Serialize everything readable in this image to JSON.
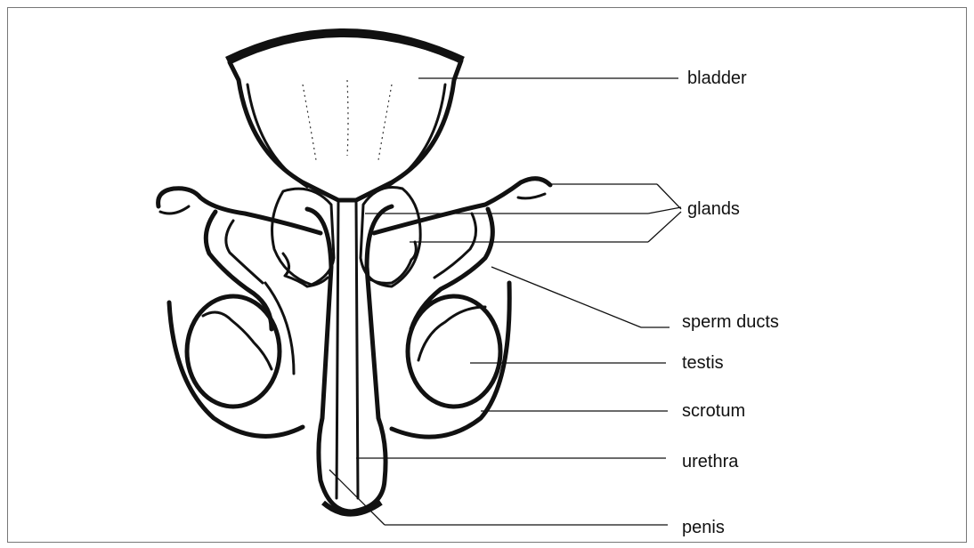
{
  "diagram": {
    "labels": {
      "bladder": "bladder",
      "glands": "glands",
      "sperm_ducts": "sperm ducts",
      "testis": "testis",
      "scrotum": "scrotum",
      "urethra": "urethra",
      "penis": "penis"
    }
  }
}
